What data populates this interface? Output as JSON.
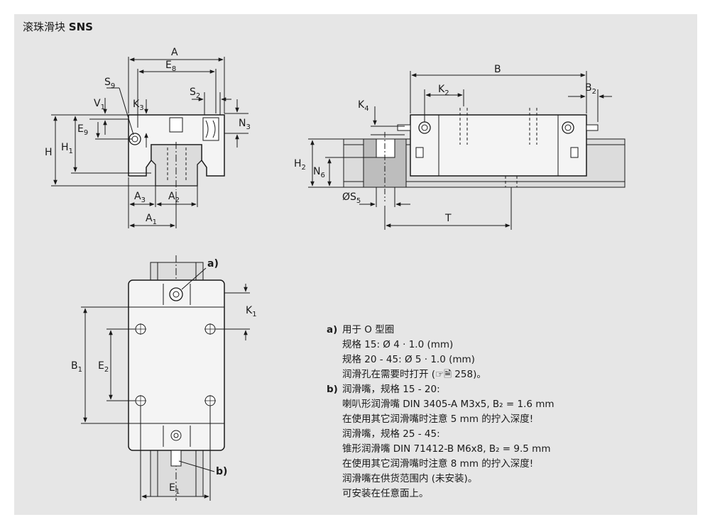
{
  "title": {
    "cn": "滚珠滑块",
    "code": "SNS"
  },
  "labels": {
    "front": {
      "A": "A",
      "E8": "E",
      "E8sub": "8",
      "S9": "S",
      "S9sub": "9",
      "S2": "S",
      "S2sub": "2",
      "K3": "K",
      "K3sub": "3",
      "V1": "V",
      "V1sub": "1",
      "E9": "E",
      "E9sub": "9",
      "N3": "N",
      "N3sub": "3",
      "H": "H",
      "H1": "H",
      "H1sub": "1",
      "A3": "A",
      "A3sub": "3",
      "A2": "A",
      "A2sub": "2",
      "A1": "A",
      "A1sub": "1"
    },
    "side": {
      "B": "B",
      "K2": "K",
      "K2sub": "2",
      "B2": "B",
      "B2sub": "2",
      "K4": "K",
      "K4sub": "4",
      "H2": "H",
      "H2sub": "2",
      "N6": "N",
      "N6sub": "6",
      "S5": "ØS",
      "S5sub": "5",
      "T": "T"
    },
    "top": {
      "a": "a)",
      "b": "b)",
      "K1": "K",
      "K1sub": "1",
      "B1": "B",
      "B1sub": "1",
      "E2": "E",
      "E2sub": "2",
      "E1": "E",
      "E1sub": "1"
    }
  },
  "notes": [
    {
      "key": "a)",
      "text": "用于 O 型圈"
    },
    {
      "key": "",
      "text": "规格 15: Ø 4 · 1.0 (mm)"
    },
    {
      "key": "",
      "text": "规格 20 - 45: Ø 5 · 1.0 (mm)"
    },
    {
      "key": "",
      "text": "润滑孔在需要时打开 (☞🗎 258)。"
    },
    {
      "key": "b)",
      "text": "润滑嘴，规格 15 - 20:"
    },
    {
      "key": "",
      "text": "喇叭形润滑嘴 DIN 3405-A M3x5, B₂ = 1.6 mm"
    },
    {
      "key": "",
      "text": "在使用其它润滑嘴时注意 5 mm 的拧入深度!"
    },
    {
      "key": "",
      "text": "润滑嘴，规格 25 - 45:"
    },
    {
      "key": "",
      "text": "锥形润滑嘴 DIN 71412-B M6x8, B₂ = 9.5 mm"
    },
    {
      "key": "",
      "text": "在使用其它润滑嘴时注意 8 mm 的拧入深度!"
    },
    {
      "key": "",
      "text": "润滑嘴在供货范围内 (未安装)。"
    },
    {
      "key": "",
      "text": "可安装在任意面上。"
    }
  ]
}
